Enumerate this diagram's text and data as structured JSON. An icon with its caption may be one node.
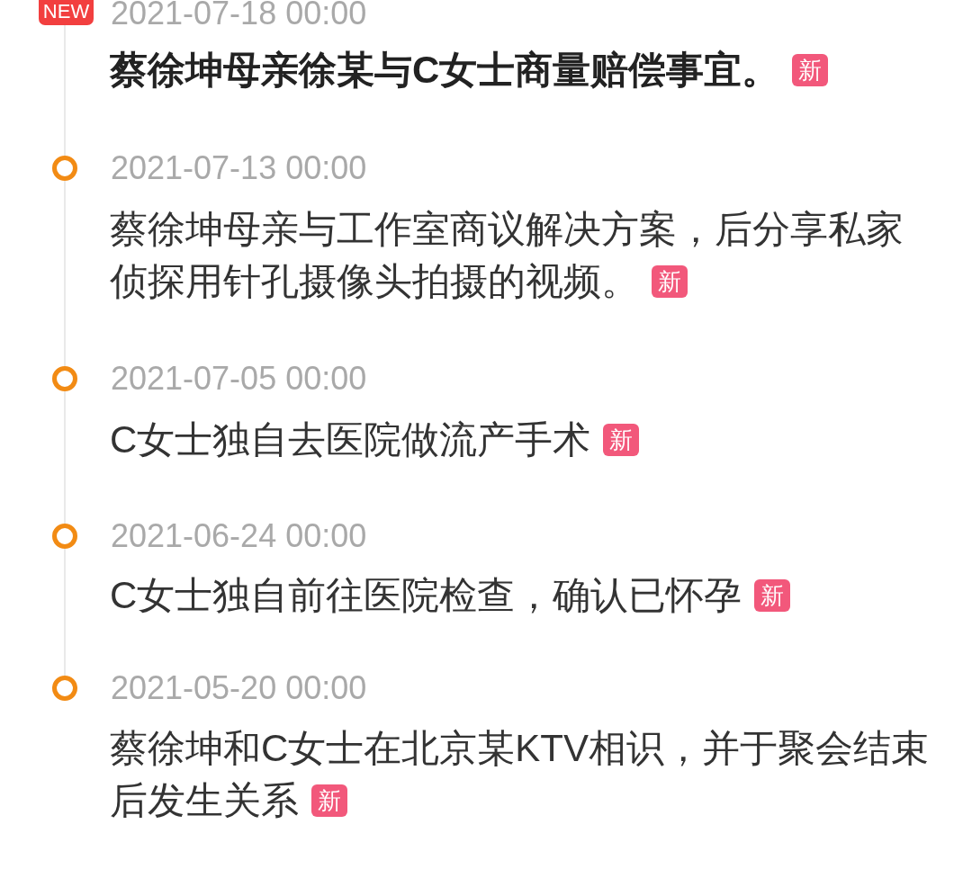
{
  "diagram": {
    "nodes": [
      {
        "text": [
          "NEW"
        ],
        "beside": [
          "2021-07-18 00:00"
        ]
      },
      {
        "text": [
          "新"
        ],
        "beside": [
          "蔡徐坤母亲徐某与C女士商量赔偿事宜。"
        ]
      },
      {
        "text": [],
        "shape": "circle",
        "beside": [
          "2021-07-13 00:00"
        ]
      },
      {
        "text": [
          "新"
        ],
        "beside": [
          "蔡徐坤母亲与工作室商议解决方案，后分享私家侦探用针孔摄像头拍摄的视频。"
        ]
      },
      {
        "text": [],
        "shape": "circle",
        "beside": [
          "2021-07-05 00:00"
        ]
      },
      {
        "text": [
          "新"
        ],
        "beside": [
          "C女士独自去医院做流产手术"
        ]
      },
      {
        "text": [],
        "shape": "circle",
        "beside": [
          "2021-06-24 00:00"
        ]
      },
      {
        "text": [
          "新"
        ],
        "beside": [
          "C女士独自前往医院检查，确认已怀孕"
        ]
      },
      {
        "text": [],
        "shape": "circle",
        "beside": [
          "2021-05-20 00:00"
        ]
      },
      {
        "text": [
          "新"
        ],
        "beside": [
          "蔡徐坤和C女士在北京某KTV相识，并于聚会结束后发生关系"
        ]
      }
    ],
    "edges": [
      {
        "from": 0,
        "to": 2,
        "arrow": "none"
      },
      {
        "from": 2,
        "to": 4,
        "arrow": "none"
      },
      {
        "from": 4,
        "to": 6,
        "arrow": "none"
      },
      {
        "from": 6,
        "to": 8,
        "arrow": "none"
      }
    ]
  }
}
